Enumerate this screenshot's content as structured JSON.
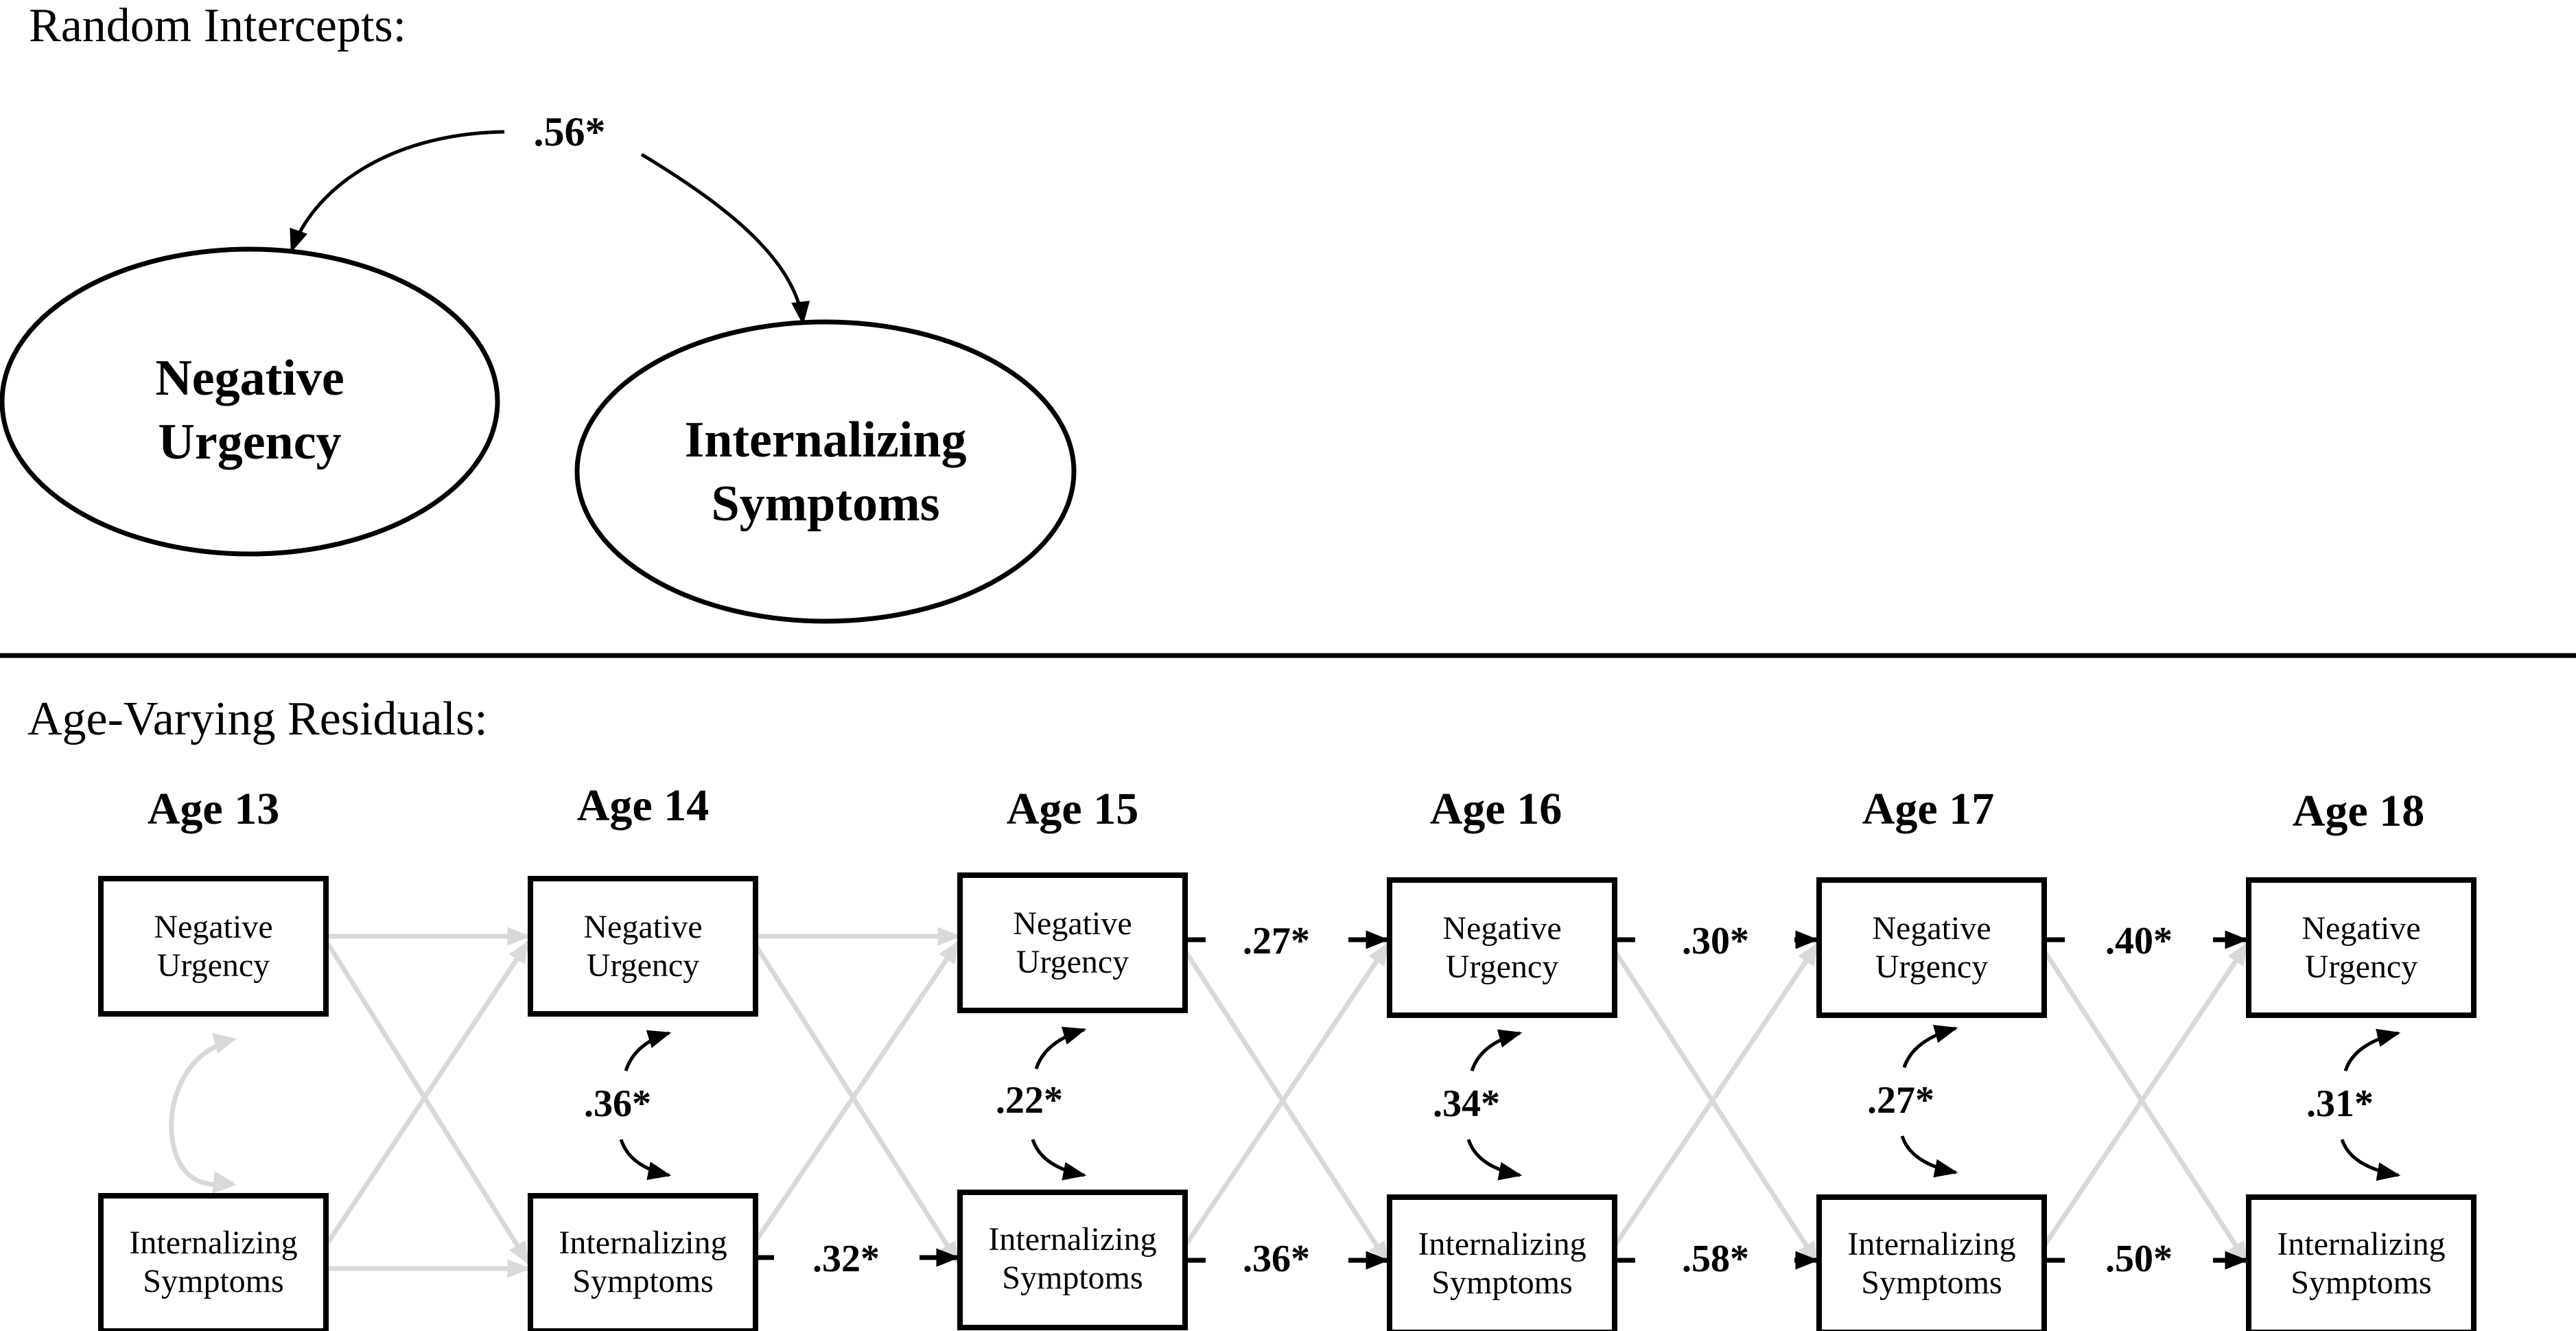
{
  "random_intercepts": {
    "title": "Random Intercepts:",
    "covariance": ".56*",
    "factors": [
      {
        "line1": "Negative",
        "line2": "Urgency"
      },
      {
        "line1": "Internalizing",
        "line2": "Symptoms"
      }
    ]
  },
  "age_varying": {
    "title": "Age-Varying Residuals:",
    "ages": [
      {
        "label": "Age 13",
        "nu1": "Negative",
        "nu2": "Urgency",
        "is1": "Internalizing",
        "is2": "Symptoms",
        "within_cov": ""
      },
      {
        "label": "Age 14",
        "nu1": "Negative",
        "nu2": "Urgency",
        "is1": "Internalizing",
        "is2": "Symptoms",
        "within_cov": ".36*"
      },
      {
        "label": "Age 15",
        "nu1": "Negative",
        "nu2": "Urgency",
        "is1": "Internalizing",
        "is2": "Symptoms",
        "within_cov": ".22*"
      },
      {
        "label": "Age 16",
        "nu1": "Negative",
        "nu2": "Urgency",
        "is1": "Internalizing",
        "is2": "Symptoms",
        "within_cov": ".34*"
      },
      {
        "label": "Age 17",
        "nu1": "Negative",
        "nu2": "Urgency",
        "is1": "Internalizing",
        "is2": "Symptoms",
        "within_cov": ".27*"
      },
      {
        "label": "Age 18",
        "nu1": "Negative",
        "nu2": "Urgency",
        "is1": "Internalizing",
        "is2": "Symptoms",
        "within_cov": ".31*"
      }
    ],
    "nu_autoregressive": [
      "",
      "",
      ".27*",
      ".30*",
      ".40*"
    ],
    "is_autoregressive": [
      "",
      ".32*",
      ".36*",
      ".58*",
      ".50*"
    ]
  },
  "colors": {
    "significant": "#000000",
    "nonsignificant": "#d9d9d9"
  }
}
